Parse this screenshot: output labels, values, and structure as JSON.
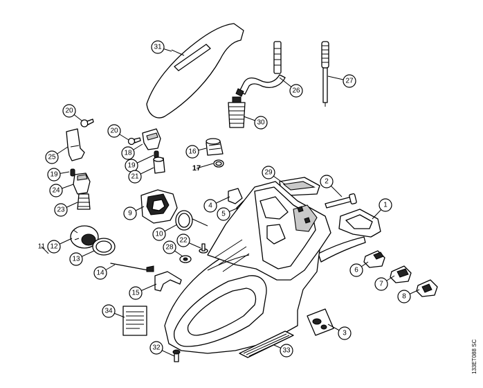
{
  "callouts": [
    "1",
    "2",
    "3",
    "4",
    "5",
    "6",
    "7",
    "8",
    "9",
    "10",
    "11",
    "12",
    "13",
    "14",
    "15",
    "16",
    "17",
    "18",
    "19",
    "19",
    "20",
    "20",
    "21",
    "22",
    "23",
    "24",
    "25",
    "26",
    "27",
    "28",
    "29",
    "30",
    "31",
    "32",
    "33",
    "34"
  ],
  "drawing_code": "133ET088 SC"
}
